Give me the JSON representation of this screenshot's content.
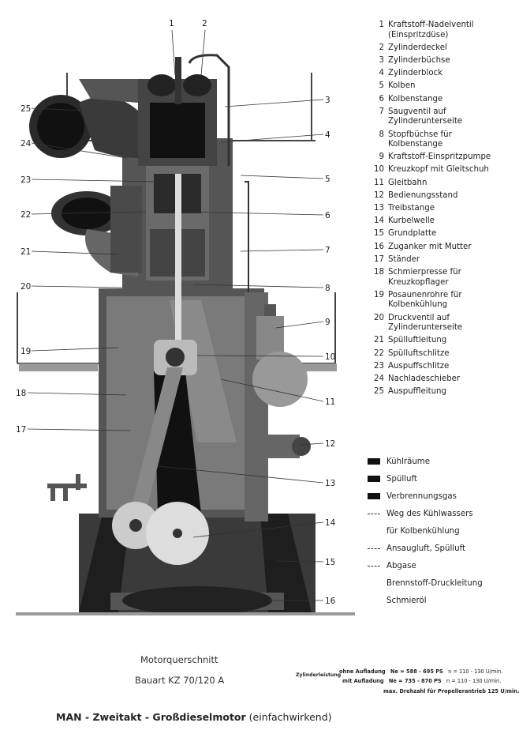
{
  "legend": [
    {
      "num": "1",
      "text": "Kraftstoff-Nadelventil (Einspritzdüse)"
    },
    {
      "num": "2",
      "text": "Zylinderdeckel"
    },
    {
      "num": "3",
      "text": "Zylinderbüchse"
    },
    {
      "num": "4",
      "text": "Zylinderblock"
    },
    {
      "num": "5",
      "text": "Kolben"
    },
    {
      "num": "6",
      "text": "Kolbenstange"
    },
    {
      "num": "7",
      "text": "Saugventil auf Zylinderunterseite"
    },
    {
      "num": "8",
      "text": "Stopfbüchse für Kolbenstange"
    },
    {
      "num": "9",
      "text": "Kraftstoff-Einspritzpumpe"
    },
    {
      "num": "10",
      "text": "Kreuzkopf mit Gleitschuh"
    },
    {
      "num": "11",
      "text": "Gleitbahn"
    },
    {
      "num": "12",
      "text": "Bedienungsstand"
    },
    {
      "num": "13",
      "text": "Treibstange"
    },
    {
      "num": "14",
      "text": "Kurbelwelle"
    },
    {
      "num": "15",
      "text": "Grundplatte"
    },
    {
      "num": "16",
      "text": "Zuganker mit Mutter"
    },
    {
      "num": "17",
      "text": "Ständer"
    },
    {
      "num": "18",
      "text": "Schmierpresse für Kreuzkopflager"
    },
    {
      "num": "19",
      "text": "Posaunenrohre für Kolbenkühlung"
    },
    {
      "num": "20",
      "text": "Druckventil auf Zylinderunterseite"
    },
    {
      "num": "21",
      "text": "Spülluftleitung"
    },
    {
      "num": "22",
      "text": "Spülluftschlitze"
    },
    {
      "num": "23",
      "text": "Auspuffschlitze"
    },
    {
      "num": "24",
      "text": "Nachladeschieber"
    },
    {
      "num": "25",
      "text": "Auspuffleitung"
    }
  ],
  "key": [
    {
      "style": "solid",
      "text": "Kühlräume"
    },
    {
      "style": "solid",
      "text": "Spülluft"
    },
    {
      "style": "solid",
      "text": "Verbrennungsgas"
    },
    {
      "style": "dash",
      "text": "Weg des Kühlwassers"
    },
    {
      "style": "none",
      "text": "für Kolbenkühlung"
    },
    {
      "style": "dash",
      "text": "Ansaugluft, Spülluft"
    },
    {
      "style": "dash",
      "text": "Abgase"
    },
    {
      "style": "none",
      "text": "Brennstoff-Druckleitung"
    },
    {
      "style": "none",
      "text": "Schmieröl"
    }
  ],
  "caption": {
    "line1": "Motorquerschnitt",
    "line2": "Bauart KZ 70/120 A"
  },
  "title": {
    "bold": "MAN - Zweitakt - Großdieselmotor",
    "normal": " (einfachwirkend)"
  },
  "zylinderleistung": {
    "label": "Zylinderleistung",
    "r1_cond": "ohne Aufladung",
    "r1_ne": "Ne = 588 - 695 PS",
    "r1_n": "n = 110 - 130 U/min.",
    "r2_cond": "mit Aufladung",
    "r2_ne": "Ne = 735 - 870 PS",
    "r2_n": "n = 110 - 130 U/min.",
    "r3": "max. Drehzahl für Propellerantrieb 125 U/min."
  },
  "callouts": [
    "1",
    "2",
    "3",
    "4",
    "5",
    "6",
    "7",
    "8",
    "9",
    "10",
    "11",
    "12",
    "13",
    "14",
    "15",
    "16",
    "17",
    "18",
    "19",
    "20",
    "21",
    "22",
    "23",
    "24",
    "25"
  ]
}
